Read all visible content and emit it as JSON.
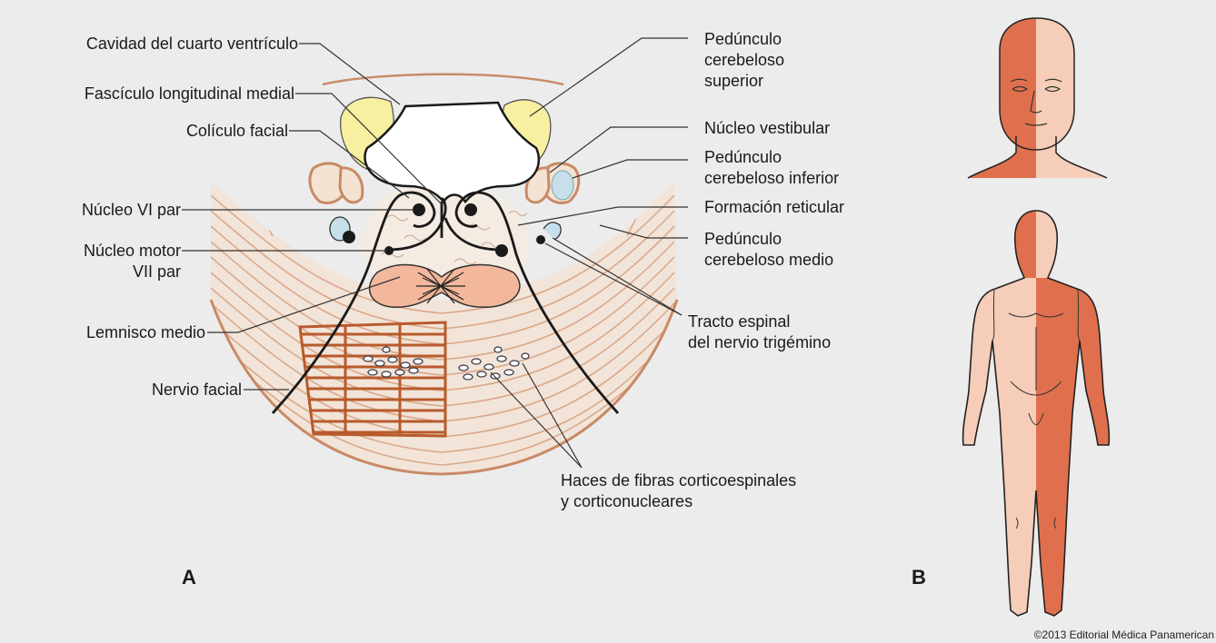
{
  "labels_left": {
    "cavidad": "Cavidad del cuarto ventrículo",
    "fasciculo": "Fascículo longitudinal medial",
    "coliculo": "Colículo facial",
    "nucleo_vi": "Núcleo VI par",
    "nucleo_motor": [
      "Núcleo motor",
      "VII par"
    ],
    "lemnisco": "Lemnisco medio",
    "nervio_facial": "Nervio facial"
  },
  "labels_right": {
    "ped_superior": [
      "Pedúnculo",
      "cerebeloso",
      "superior"
    ],
    "vestibular": "Núcleo vestibular",
    "ped_inferior": [
      "Pedúnculo",
      "cerebeloso inferior"
    ],
    "reticular": "Formación reticular",
    "ped_medio": [
      "Pedúnculo",
      "cerebeloso medio"
    ],
    "tracto": [
      "Tracto espinal",
      "del nervio trigémino"
    ]
  },
  "labels_bottom": {
    "haces": [
      "Haces de fibras corticoespinales",
      "y corticonucleares"
    ]
  },
  "panels": {
    "a": "A",
    "b": "B"
  },
  "copyright": "©2013 Editorial Médica Panamerican",
  "colors": {
    "background": "#ececec",
    "affected": "#e0704d",
    "unaffected": "#f6cdb8",
    "pons_fibers": "#d9a98b",
    "facial_tract": "#b85a2c",
    "peduncle_superior": "#f7f0a0",
    "vestibular": "#c7dfea"
  }
}
